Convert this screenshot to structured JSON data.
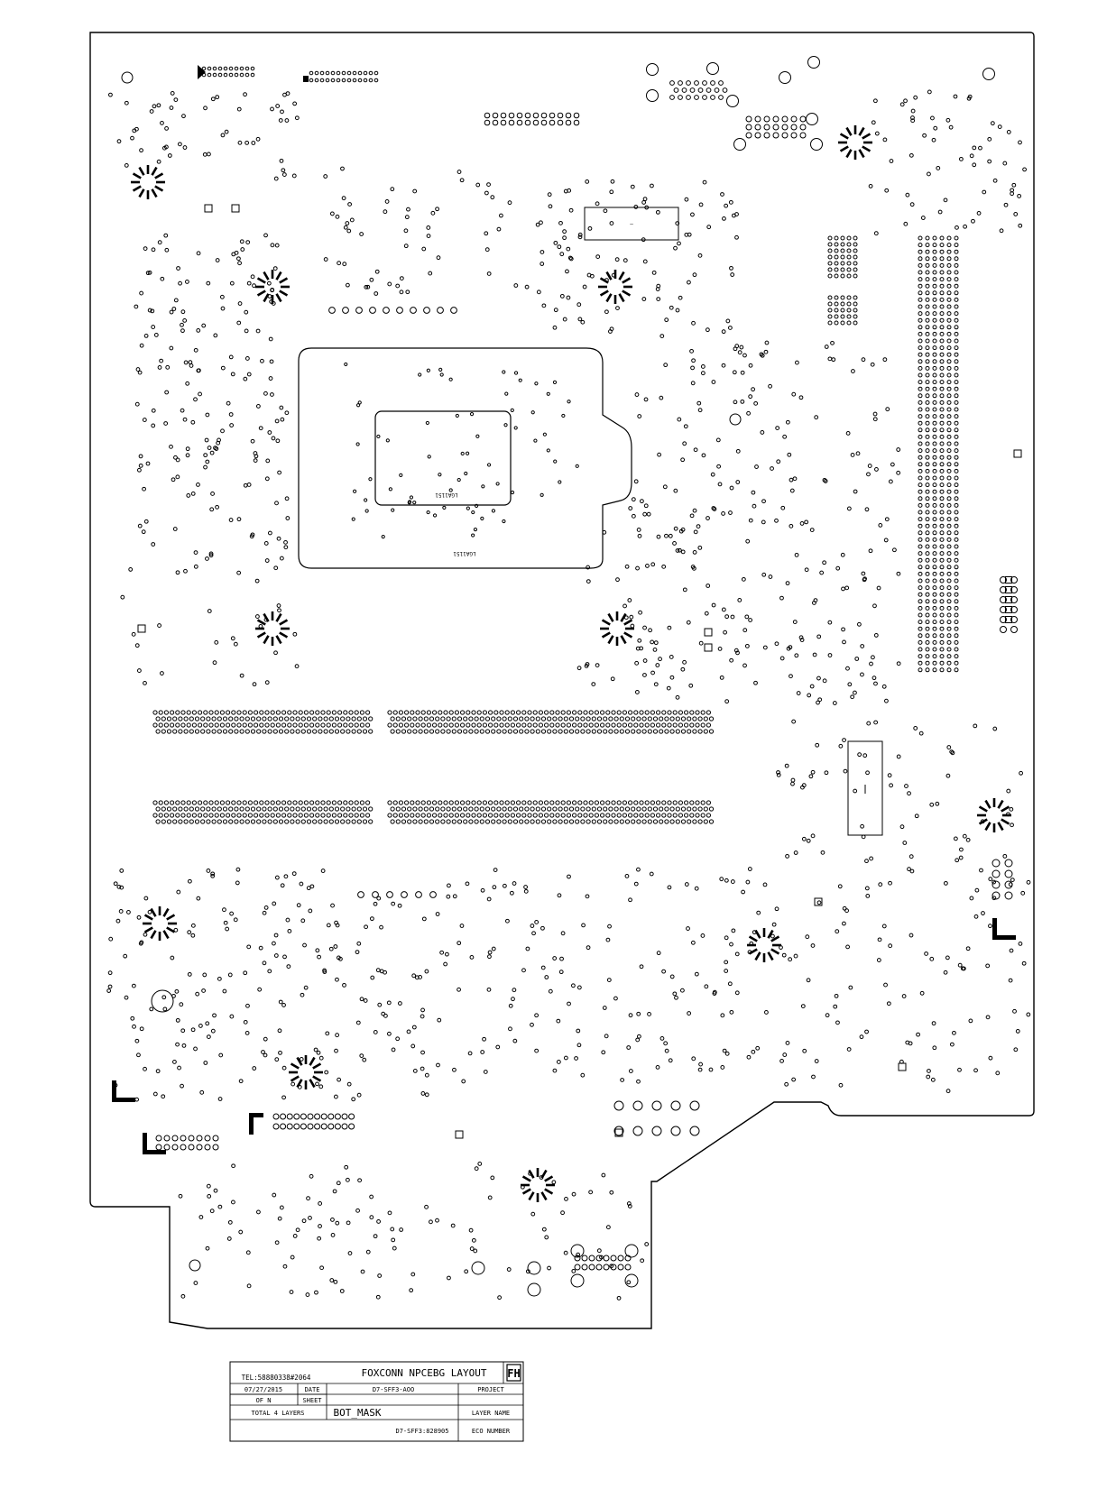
{
  "drawing": {
    "socket_label": "LGA1151",
    "socket_inner_label": "LGA1151"
  },
  "title_block": {
    "logo": "FH",
    "company": "FOXCONN NPCEBG LAYOUT",
    "tel": "TEL:58880338#2064",
    "project_label": "PROJECT",
    "project": "D7-SFF3-AOO",
    "date_label": "DATE",
    "date": "07/27/2015",
    "sheet_label": "SHEET",
    "sheet": "OF N",
    "layer_name_label": "LAYER NAME",
    "layer_name": "BOT_MASK",
    "total_layers": "TOTAL 4 LAYERS",
    "eco_label": "ECO NUMBER",
    "eco": "D7-SFF3:828905"
  },
  "colors": {
    "ink": "#000000",
    "paper": "#ffffff"
  }
}
